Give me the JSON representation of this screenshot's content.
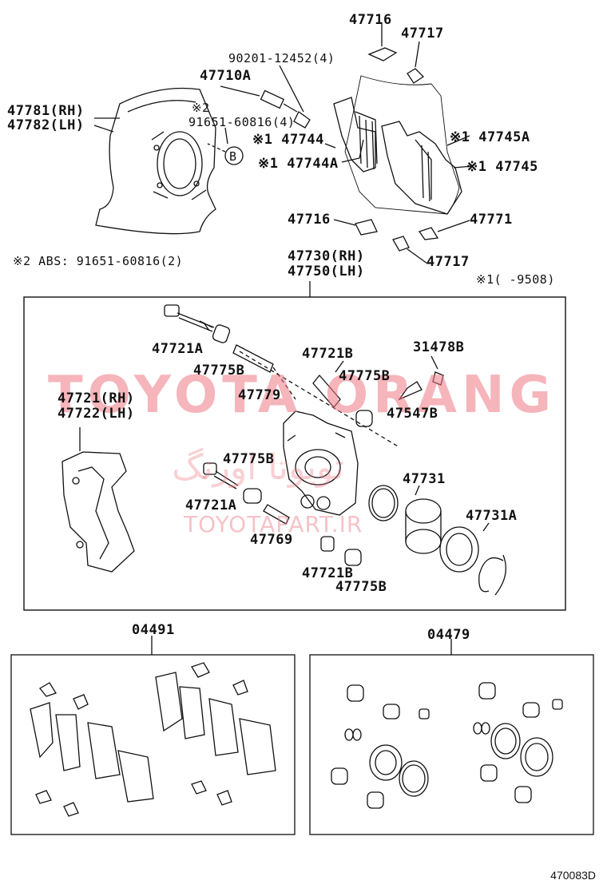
{
  "labels": {
    "p47716_top": "47716",
    "p47717_top": "47717",
    "p90201": "90201-12452(4)",
    "p47710A": "47710A",
    "p47781": "47781(RH)",
    "p47782": "47782(LH)",
    "note2_mark": "※2",
    "p91651": "91651-60816(4)",
    "b_circle": "B",
    "p47744": "※1 47744",
    "p47744A": "※1 47744A",
    "p47745A": "※1 47745A",
    "p47745": "※1 47745",
    "p47716_mid": "47716",
    "p47771": "47771",
    "p47717_mid": "47717",
    "note_abs": "※2 ABS: 91651-60816(2)",
    "p47730": "47730(RH)",
    "p47750": "47750(LH)",
    "note1": "※1(    -9508)",
    "p47721A_1": "47721A",
    "p47775B_1": "47775B",
    "p47779": "47779",
    "p47721B_1": "47721B",
    "p47775B_2": "47775B",
    "p31478B": "31478B",
    "p47547B": "47547B",
    "p47721RH": "47721(RH)",
    "p47722LH": "47722(LH)",
    "p47775B_3": "47775B",
    "p47721A_2": "47721A",
    "p47731": "47731",
    "p47769": "47769",
    "p47731A": "47731A",
    "p47721B_2": "47721B",
    "p47775B_4": "47775B",
    "p04491": "04491",
    "p04479": "04479",
    "ref_code": "470083D"
  },
  "watermark": {
    "brand": "TOYOTA ORANG",
    "farsi": "تویوتا اورنگ",
    "url": "TOYOTAPART.IR",
    "color": "#ec7882"
  }
}
